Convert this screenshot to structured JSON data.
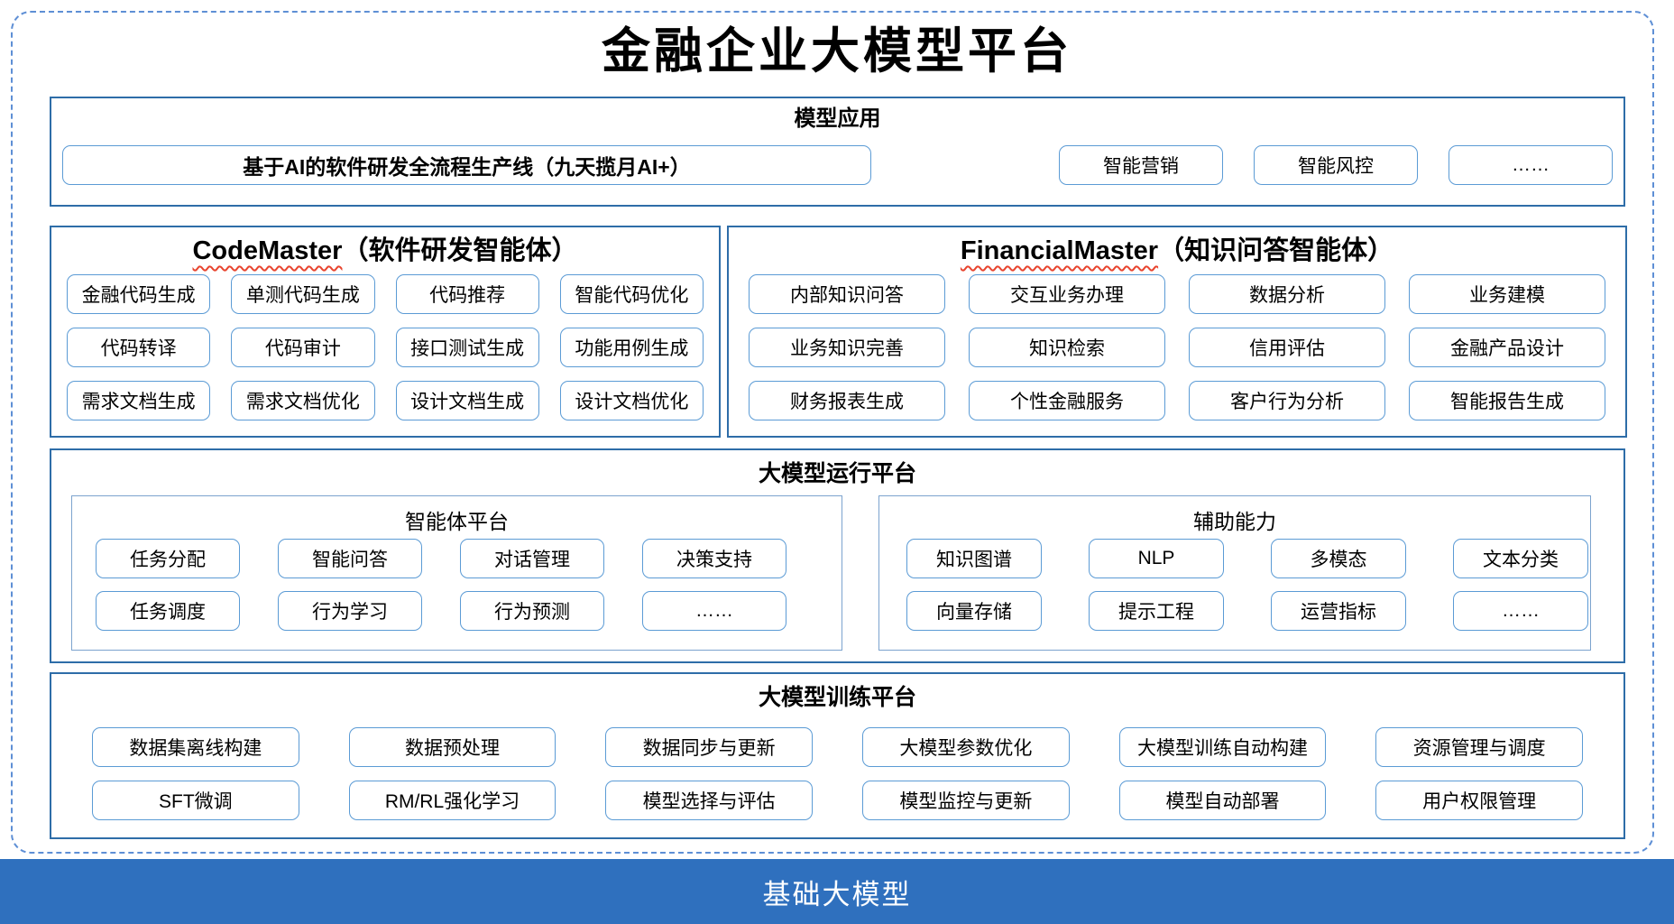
{
  "title": "金融企业大模型平台",
  "sections": {
    "model_app": {
      "header": "模型应用",
      "main_button": "基于AI的软件研发全流程生产线（九天揽月AI+）",
      "buttons": [
        "智能营销",
        "智能风控",
        "……"
      ]
    },
    "code_master": {
      "header_en": "CodeMaster",
      "header_zh": "（软件研发智能体）",
      "items": [
        "金融代码生成",
        "单测代码生成",
        "代码推荐",
        "智能代码优化",
        "代码转译",
        "代码审计",
        "接口测试生成",
        "功能用例生成",
        "需求文档生成",
        "需求文档优化",
        "设计文档生成",
        "设计文档优化"
      ]
    },
    "financial_master": {
      "header_en": "FinancialMaster",
      "header_zh": "（知识问答智能体）",
      "items": [
        "内部知识问答",
        "交互业务办理",
        "数据分析",
        "业务建模",
        "业务知识完善",
        "知识检索",
        "信用评估",
        "金融产品设计",
        "财务报表生成",
        "个性金融服务",
        "客户行为分析",
        "智能报告生成"
      ]
    },
    "runtime_platform": {
      "header": "大模型运行平台",
      "agent_platform": {
        "header": "智能体平台",
        "items": [
          "任务分配",
          "智能问答",
          "对话管理",
          "决策支持",
          "任务调度",
          "行为学习",
          "行为预测",
          "……"
        ]
      },
      "aux_capability": {
        "header": "辅助能力",
        "items": [
          "知识图谱",
          "NLP",
          "多模态",
          "文本分类",
          "向量存储",
          "提示工程",
          "运营指标",
          "……"
        ]
      }
    },
    "training_platform": {
      "header": "大模型训练平台",
      "items": [
        "数据集离线构建",
        "数据预处理",
        "数据同步与更新",
        "大模型参数优化",
        "大模型训练自动构建",
        "资源管理与调度",
        "SFT微调",
        "RM/RL强化学习",
        "模型选择与评估",
        "模型监控与更新",
        "模型自动部署",
        "用户权限管理"
      ]
    },
    "foundation": {
      "label": "基础大模型"
    }
  },
  "colors": {
    "section_border": "#2E6DA8",
    "button_border": "#5B9BD5",
    "subbox_border": "#7CA3CE",
    "frame_dash": "#5E8FD5",
    "foundation_bar": "#2F70BE",
    "foundation_text": "#FFFFFF",
    "squiggle": "#E8442E",
    "text": "#000000"
  }
}
